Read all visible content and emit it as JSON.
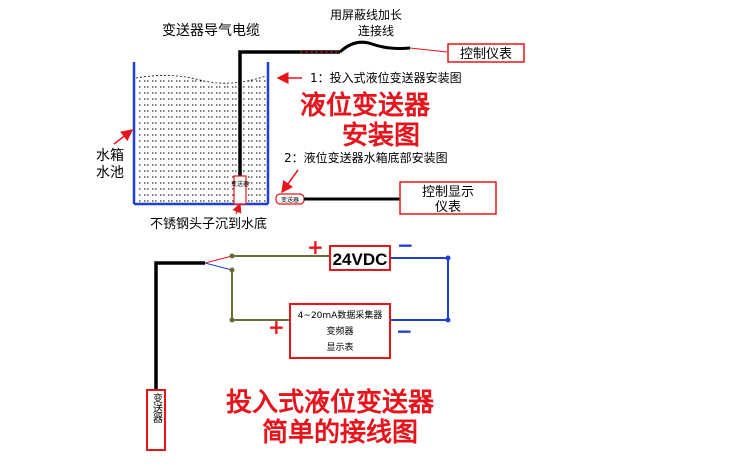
{
  "labels": {
    "cable": "变送器导气电缆",
    "shield_line1": "用屏蔽线加长",
    "shield_line2": "连接线",
    "control_meter": "控制仪表",
    "note1": "1：投入式液位变送器安装图",
    "title_line1": "液位变送器",
    "title_line2": "安装图",
    "note2": "2：液位变送器水箱底部安装图",
    "tank_line1": "水箱",
    "tank_line2": "水池",
    "sensor_vertical": "变送器",
    "sensor_horizontal": "变送器",
    "display_meter_line1": "控制显示",
    "display_meter_line2": "仪表",
    "steel_head": "不锈钢头子沉到水底",
    "plus_top": "+",
    "minus_top": "−",
    "vdc": "24VDC",
    "collector_line1": "4~20mA数据采集器",
    "collector_line2": "变频器",
    "collector_line3": "显示表",
    "plus_bottom": "+",
    "minus_bottom": "−",
    "sensor_bottom": "变送器",
    "wiring_title_line1": "投入式液位变送器",
    "wiring_title_line2": "简单的接线图"
  },
  "colors": {
    "accent_red": "#e8141b",
    "wire_blue": "#1f3fd6",
    "wire_olive": "#6b6b35",
    "tank_blue": "#1f3fd6",
    "black": "#000000"
  }
}
